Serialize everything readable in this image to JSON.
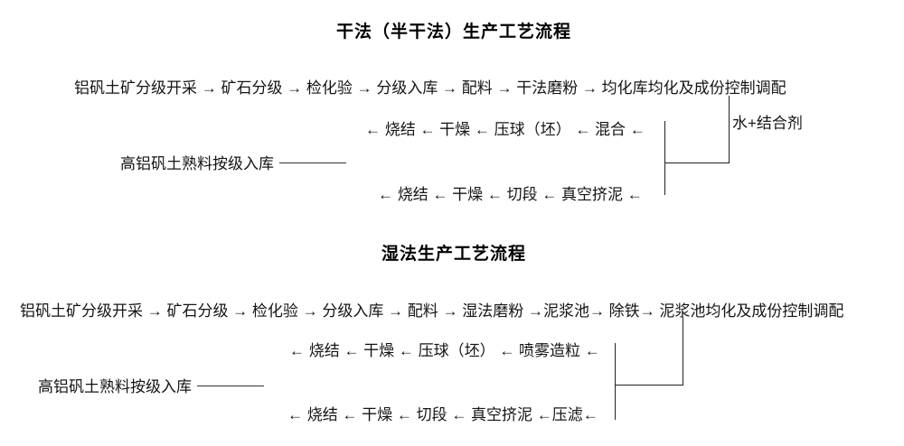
{
  "page": {
    "background_color": "#ffffff",
    "text_color": "#141414",
    "line_color": "#222222"
  },
  "dry_process": {
    "title": "干法（半干法）生产工艺流程",
    "row_1": "铝矾土矿分级开采 → 矿石分级 → 检化验 → 分级入库 → 配料 → 干法磨粉 → 均化库均化及成份控制调配",
    "row_2": "← 烧结 ← 干燥 ← 压球（坯） ← 混合 ←",
    "row_3": "高铝矾土熟料按级入库",
    "row_4": "← 烧结 ← 干燥 ← 切段 ← 真空挤泥 ←",
    "water_note": "水+结合剂",
    "steps_row_1": [
      "铝矾土矿分级开采",
      "矿石分级",
      "检化验",
      "分级入库",
      "配料",
      "干法磨粉",
      "均化库均化及成份控制调配"
    ],
    "steps_row_2": [
      "混合",
      "压球（坯）",
      "干燥",
      "烧结"
    ],
    "steps_row_4": [
      "真空挤泥",
      "切段",
      "干燥",
      "烧结"
    ]
  },
  "wet_process": {
    "title": "湿法生产工艺流程",
    "row_1": "铝矾土矿分级开采 → 矿石分级 → 检化验 → 分级入库 → 配料 → 湿法磨粉 →泥浆池→ 除铁→ 泥浆池均化及成份控制调配",
    "row_2": "← 烧结 ← 干燥 ← 压球（坯） ← 喷雾造粒 ←",
    "row_3": "高铝矾土熟料按级入库",
    "row_4": "← 烧结 ← 干燥 ← 切段 ← 真空挤泥 ←压滤←",
    "steps_row_1": [
      "铝矾土矿分级开采",
      "矿石分级",
      "检化验",
      "分级入库",
      "配料",
      "湿法磨粉",
      "泥浆池",
      "除铁",
      "泥浆池均化及成份控制调配"
    ],
    "steps_row_2": [
      "喷雾造粒",
      "压球（坯）",
      "干燥",
      "烧结"
    ],
    "steps_row_4": [
      "压滤",
      "真空挤泥",
      "切段",
      "干燥",
      "烧结"
    ]
  }
}
